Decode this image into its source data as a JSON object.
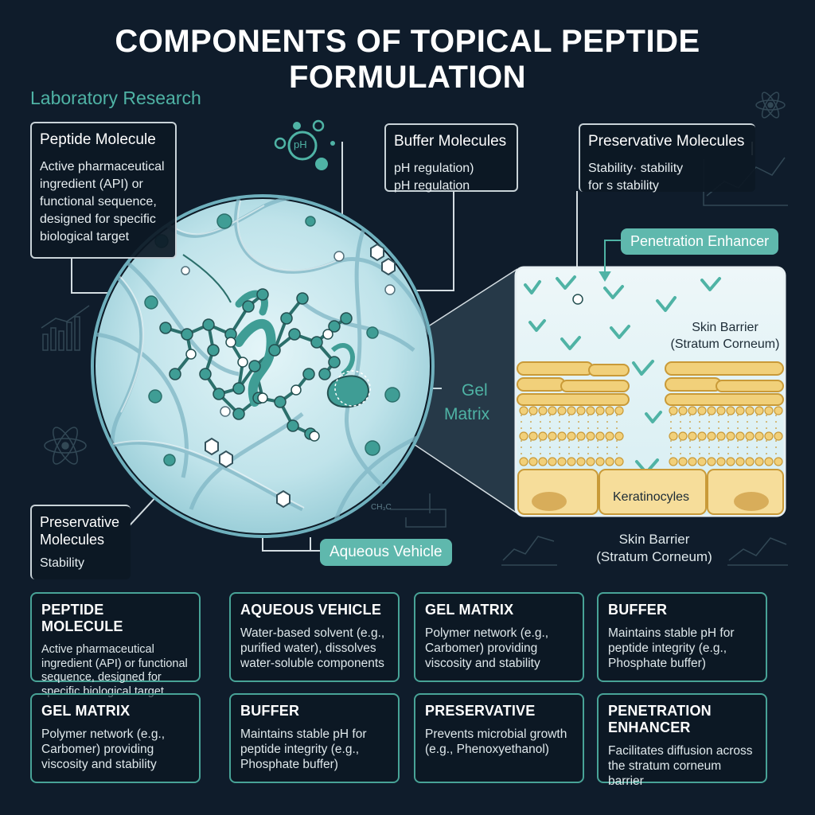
{
  "title": "COMPONENTS OF TOPICAL PEPTIDE FORMULATION",
  "subtitle": "Laboratory Research",
  "callouts": {
    "peptide": {
      "title": "Peptide Molecule",
      "body": "Active pharmaceutical ingredient (API) or functional sequence, designed for specific biological target"
    },
    "buffer": {
      "title": "Buffer Molecules",
      "line1": "pH regulation)",
      "line2": "pH regulation"
    },
    "preservative_top": {
      "title": "Preservative Molecules",
      "line1": "Stability· stability",
      "line2": "for s stability"
    },
    "preservative_left": {
      "title": "Preservative Molecules",
      "body": "Stability"
    }
  },
  "labels": {
    "ph": "pH",
    "penetration_enhancer": "Penetration Enhancer",
    "gel_matrix_1": "Gel",
    "gel_matrix_2": "Matrix",
    "aqueous_vehicle": "Aqueous Vehicle",
    "skin_barrier_inset_1": "Skin Barrier",
    "skin_barrier_inset_2": "(Stratum Corneum)",
    "keratinocytes": "Keratinocyles",
    "skin_barrier_below_1": "Skin Barrier",
    "skin_barrier_below_2": "(Stratum Corneum)",
    "chem_formula": "CH₃C"
  },
  "cards": [
    {
      "title": "PEPTIDE MOLECULE",
      "body": "Active pharmaceutical ingredient (API) or functional sequence, designed for specific biological target"
    },
    {
      "title": "AQUEOUS VEHICLE",
      "body": "Water-based solvent (e.g., purified water), dissolves water-soluble components"
    },
    {
      "title": "GEL MATRIX",
      "body": "Polymer network (e.g., Carbomer) providing viscosity and stability"
    },
    {
      "title": "BUFFER",
      "body": "Maintains stable pH for peptide integrity (e.g., Phosphate buffer)"
    },
    {
      "title": "GEL MATRIX",
      "body": "Polymer network (e.g., Carbomer) providing viscosity and stability"
    },
    {
      "title": "BUFFER",
      "body": "Maintains stable pH for peptide integrity (e.g., Phosphate buffer)"
    },
    {
      "title": "PRESERVATIVE",
      "body": "Prevents microbial growth (e.g., Phenoxyethanol)"
    },
    {
      "title": "PENETRATION ENHANCER",
      "body": "Facilitates diffusion across the stratum corneum barrier"
    }
  ],
  "colors": {
    "background": "#0f1c2b",
    "accent": "#4fb3a5",
    "card_border": "#48a397",
    "gel": "#bfe3ea",
    "lipid": "#f1d07a"
  }
}
